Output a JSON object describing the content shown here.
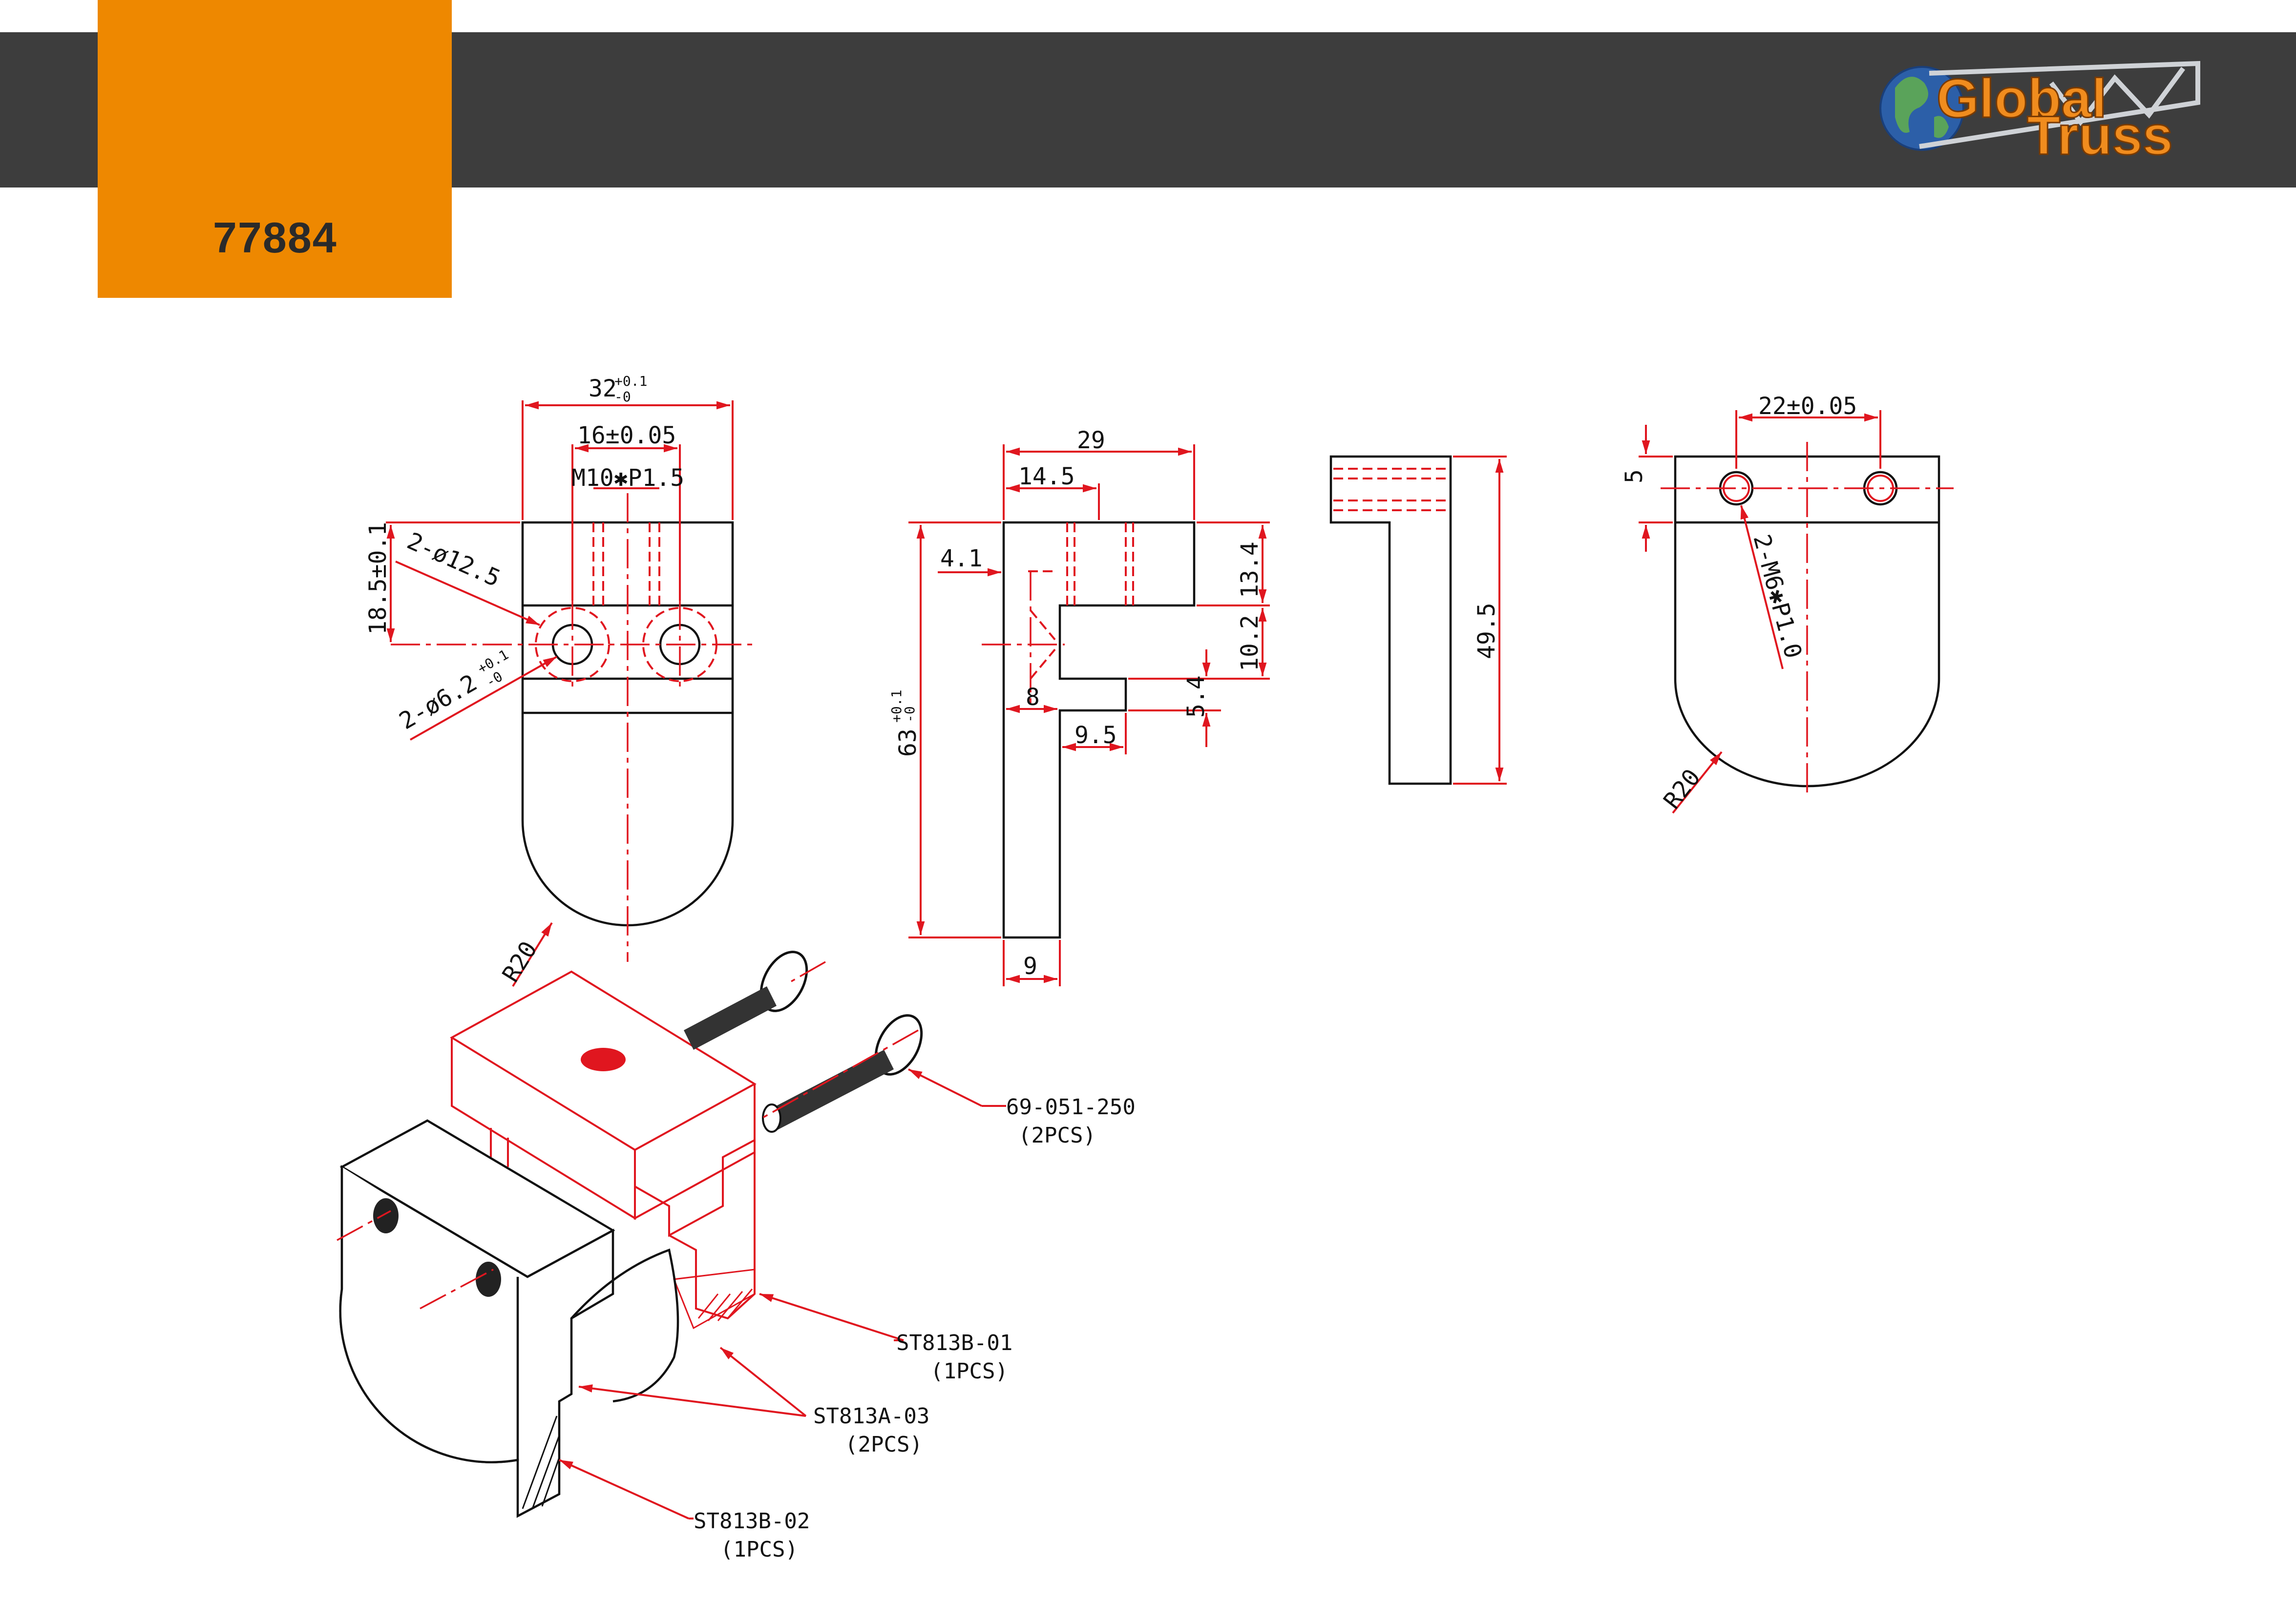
{
  "header": {
    "part_number": "77884",
    "logo": {
      "word1": "Global",
      "word2": "Truss",
      "icon": "globe-truss-logo-icon"
    }
  },
  "colors": {
    "header_bar": "#3d3d3d",
    "accent": "#ee8800",
    "dimension": "#e0161f",
    "outline": "#111111"
  },
  "front_view": {
    "width": "32",
    "width_tol_plus": "+0.1",
    "width_tol_minus": "-0",
    "hole_spacing": "16±0.05",
    "thread": "M10✱P1.5",
    "height_dim": "18.5±0.1",
    "hole_dia_large": "2-ø12.5",
    "hole_dia_small": "2-ø6.2",
    "hole_dia_small_tol_plus": "+0.1",
    "hole_dia_small_tol_minus": "-0",
    "radius": "R20"
  },
  "side_view": {
    "width": "29",
    "inner_width": "14.5",
    "offset": "4.1",
    "height": "63",
    "height_tol_plus": "+0.1",
    "height_tol_minus": "-0",
    "dim_13_4": "13.4",
    "dim_10_2": "10.2",
    "dim_5_4": "5.4",
    "dim_8": "8",
    "dim_9_5": "9.5",
    "dim_9": "9"
  },
  "rail_view": {
    "height": "49.5"
  },
  "top_view": {
    "hole_spacing": "22±0.05",
    "offset": "5",
    "thread": "2-M6✱P1.0",
    "radius": "R20"
  },
  "parts": [
    {
      "code": "69-051-250",
      "qty": "(2PCS)"
    },
    {
      "code": "ST813B-01",
      "qty": "(1PCS)"
    },
    {
      "code": "ST813A-03",
      "qty": "(2PCS)"
    },
    {
      "code": "ST813B-02",
      "qty": "(1PCS)"
    }
  ]
}
